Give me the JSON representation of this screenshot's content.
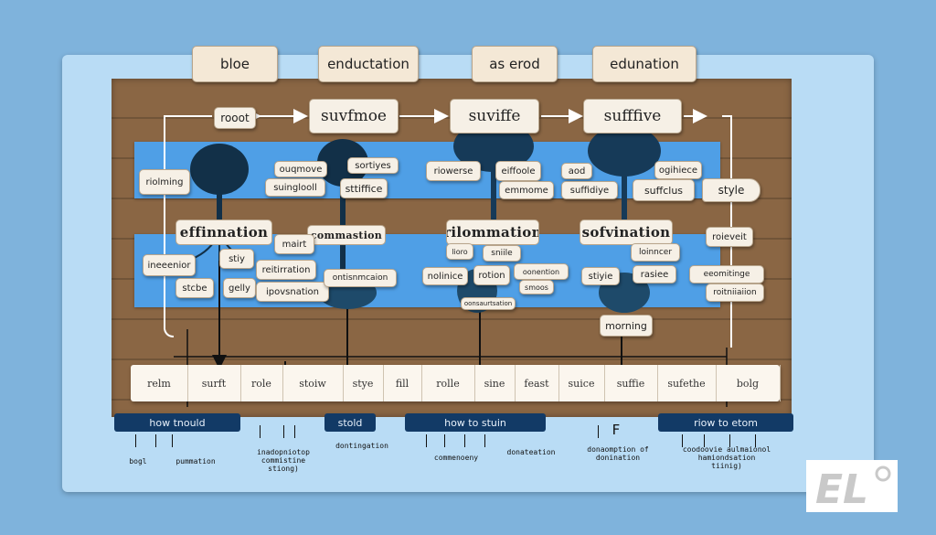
{
  "top_labels": [
    "bloe",
    "enductation",
    "as erod",
    "edunation"
  ],
  "row1": {
    "root": "rooot",
    "headings": [
      "suvfmoe",
      "suviffe",
      "sufffive"
    ],
    "style": "style"
  },
  "band_labels": {
    "a": [
      "riolming",
      "ouqmove",
      "suinglooll",
      "sortiyes",
      "sttiffice"
    ],
    "b": [
      "riowerse",
      "eiffoole",
      "emmome",
      "aod",
      "suffidiye",
      "ogihiece",
      "suffclus",
      "style"
    ]
  },
  "tree_titles": [
    "effinnation",
    "commastion",
    "rilommation",
    "sofvination"
  ],
  "band2_labels": {
    "a": [
      "ineeenior",
      "stiy",
      "mairt",
      "reitirration",
      "stcbe",
      "gelly",
      "ipovsnation",
      "ontisnmcaion"
    ],
    "b": [
      "lioro",
      "sniile",
      "nolinice",
      "rotion",
      "oonention",
      "smoos",
      "oonsaurtsation",
      "stiyie",
      "loinncer",
      "rasiee",
      "roieveit",
      "eeomitinge",
      "roitniiaiion"
    ]
  },
  "marking": "morning",
  "strip_items": [
    "relm",
    "surft",
    "role",
    "stoiw",
    "stye",
    "fill",
    "rolle",
    "sine",
    "feast",
    "suice",
    "suffie",
    "sufethe",
    "bolg"
  ],
  "navy_labels": [
    "how tnould",
    "stold",
    "how to stuin",
    "riow to etom"
  ],
  "footer": {
    "left1": "bogl",
    "left2": "pummation",
    "col2": [
      "inadopniotop",
      "commistine",
      "stiong)"
    ],
    "col3": "dontingation",
    "col4": "commenoeny",
    "col5": "donateation",
    "col6": [
      "donaomption of",
      "donination"
    ],
    "col7": [
      "coodoovie aulmaionol",
      "hamiondsation",
      "tiinig)"
    ],
    "f_letter": "F"
  },
  "logo": {
    "text": "EL",
    "bg": "#ffffff",
    "fg": "#c9c9c9"
  },
  "colors": {
    "background": "#7fb3dc",
    "panel": "#b9dcf5",
    "board": "#8a6644",
    "band": "#4f9fe6",
    "navy": "#123a66"
  }
}
